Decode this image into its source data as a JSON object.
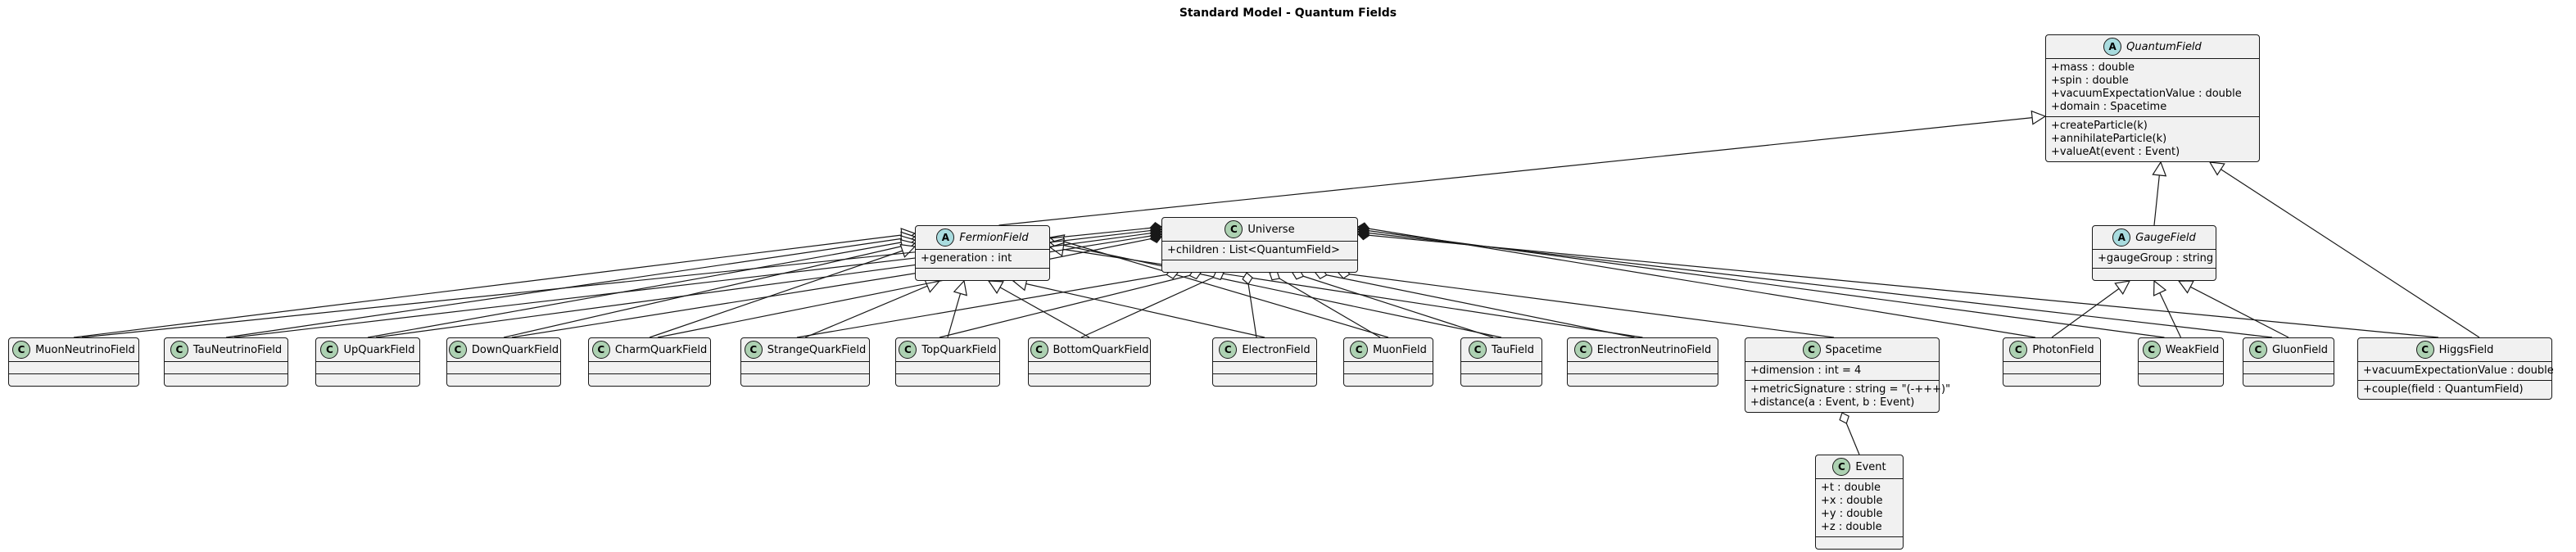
{
  "title": "Standard Model - Quantum Fields",
  "classes": {
    "QuantumField": {
      "stereotype": "A",
      "name": "QuantumField",
      "attributes": [
        "+mass : double",
        "+spin : double",
        "+vacuumExpectationValue : double",
        "+domain : Spacetime"
      ],
      "methods": [
        "+createParticle(k)",
        "+annihilateParticle(k)",
        "+valueAt(event : Event)"
      ]
    },
    "FermionField": {
      "stereotype": "A",
      "name": "FermionField",
      "attributes": [
        "+generation : int"
      ],
      "methods": []
    },
    "Universe": {
      "stereotype": "C",
      "name": "Universe",
      "attributes": [
        "+children : List<QuantumField>"
      ],
      "methods": []
    },
    "GaugeField": {
      "stereotype": "A",
      "name": "GaugeField",
      "attributes": [
        "+gaugeGroup : string"
      ],
      "methods": []
    },
    "MuonNeutrinoField": {
      "stereotype": "C",
      "name": "MuonNeutrinoField",
      "attributes": [],
      "methods": []
    },
    "TauNeutrinoField": {
      "stereotype": "C",
      "name": "TauNeutrinoField",
      "attributes": [],
      "methods": []
    },
    "UpQuarkField": {
      "stereotype": "C",
      "name": "UpQuarkField",
      "attributes": [],
      "methods": []
    },
    "DownQuarkField": {
      "stereotype": "C",
      "name": "DownQuarkField",
      "attributes": [],
      "methods": []
    },
    "CharmQuarkField": {
      "stereotype": "C",
      "name": "CharmQuarkField",
      "attributes": [],
      "methods": []
    },
    "StrangeQuarkField": {
      "stereotype": "C",
      "name": "StrangeQuarkField",
      "attributes": [],
      "methods": []
    },
    "TopQuarkField": {
      "stereotype": "C",
      "name": "TopQuarkField",
      "attributes": [],
      "methods": []
    },
    "BottomQuarkField": {
      "stereotype": "C",
      "name": "BottomQuarkField",
      "attributes": [],
      "methods": []
    },
    "ElectronField": {
      "stereotype": "C",
      "name": "ElectronField",
      "attributes": [],
      "methods": []
    },
    "MuonField": {
      "stereotype": "C",
      "name": "MuonField",
      "attributes": [],
      "methods": []
    },
    "TauField": {
      "stereotype": "C",
      "name": "TauField",
      "attributes": [],
      "methods": []
    },
    "ElectronNeutrinoField": {
      "stereotype": "C",
      "name": "ElectronNeutrinoField",
      "attributes": [],
      "methods": []
    },
    "Spacetime": {
      "stereotype": "C",
      "name": "Spacetime",
      "attributes": [
        "+dimension : int = 4"
      ],
      "methods": [
        "+metricSignature : string = \"(-+++)\"",
        "+distance(a : Event, b : Event)"
      ]
    },
    "PhotonField": {
      "stereotype": "C",
      "name": "PhotonField",
      "attributes": [],
      "methods": []
    },
    "WeakField": {
      "stereotype": "C",
      "name": "WeakField",
      "attributes": [],
      "methods": []
    },
    "GluonField": {
      "stereotype": "C",
      "name": "GluonField",
      "attributes": [],
      "methods": []
    },
    "HiggsField": {
      "stereotype": "C",
      "name": "HiggsField",
      "attributes": [
        "+vacuumExpectationValue : double"
      ],
      "methods": [
        "+couple(field : QuantumField)"
      ]
    },
    "Event": {
      "stereotype": "C",
      "name": "Event",
      "attributes": [
        "+t : double",
        "+x : double",
        "+y : double",
        "+z : double"
      ],
      "methods": []
    }
  },
  "colors": {
    "class_fill": "#f1f1f1",
    "border": "#181818",
    "badge_class": "#add1b2",
    "badge_abstract": "#a9dcdf"
  }
}
